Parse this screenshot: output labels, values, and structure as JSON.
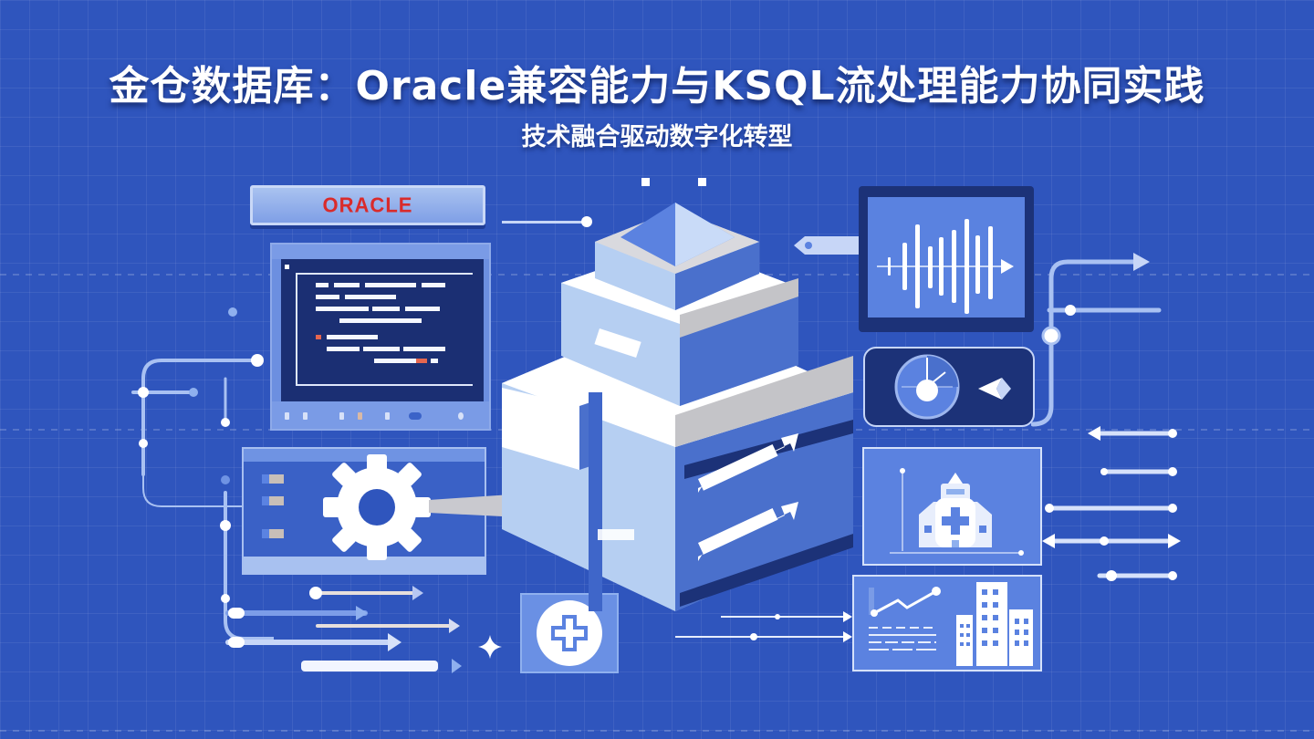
{
  "header": {
    "title": "金仓数据库：Oracle兼容能力与KSQL流处理能力协同实践",
    "subtitle": "技术融合驱动数字化转型"
  },
  "illustration": {
    "oracle_banner": {
      "logo_text": "ORACLE",
      "logo_color": "#d92b2b"
    },
    "icons": [
      "oracle-logo",
      "code-editor-icon",
      "gear-icon",
      "database-server-icon",
      "waveform-stream-icon",
      "gauge-icon",
      "play-arrow-icon",
      "hospital-icon",
      "medical-cross-icon",
      "line-chart-icon",
      "city-buildings-icon",
      "flow-arrow-icon"
    ]
  },
  "colors": {
    "background": "#2f55bd",
    "panel_dark": "#1c3278",
    "panel_mid": "#5b82e0",
    "panel_light": "#a9c2f0",
    "accent_red": "#d92b2b",
    "white": "#ffffff"
  }
}
